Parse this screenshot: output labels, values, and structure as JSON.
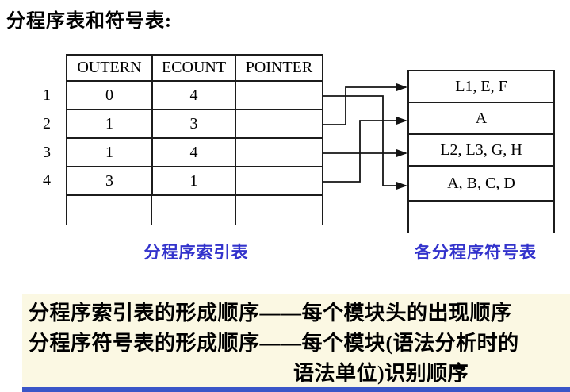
{
  "title": "分程序表和符号表:",
  "index_table": {
    "headers": [
      "OUTERN",
      "ECOUNT",
      "POINTER"
    ],
    "row_numbers": [
      "1",
      "2",
      "3",
      "4"
    ],
    "rows": [
      [
        "0",
        "4",
        ""
      ],
      [
        "1",
        "3",
        ""
      ],
      [
        "1",
        "4",
        ""
      ],
      [
        "3",
        "1",
        ""
      ]
    ],
    "caption": "分程序索引表"
  },
  "symbol_table": {
    "rows": [
      "L1, E, F",
      "A",
      "L2, L3, G, H",
      "A, B, C, D"
    ],
    "caption": "各分程序符号表"
  },
  "arrows": [
    {
      "from_index_row": "1",
      "to_symbol_row": "A, B, C, D"
    },
    {
      "from_index_row": "2",
      "to_symbol_row": "L1, E, F"
    },
    {
      "from_index_row": "3",
      "to_symbol_row": "L2, L3, G, H"
    },
    {
      "from_index_row": "4",
      "to_symbol_row": "A"
    }
  ],
  "note_box": {
    "line1": "分程序索引表的形成顺序——每个模块头的出现顺序",
    "line2": "分程序符号表的形成顺序——每个模块(语法分析时的",
    "line3": "语法单位)识别顺序"
  },
  "colors": {
    "caption_blue": "#3333cc",
    "note_background": "#fbf8e3",
    "bottom_bar_blue": "#3a56c8",
    "line_black": "#1c1c1c"
  }
}
